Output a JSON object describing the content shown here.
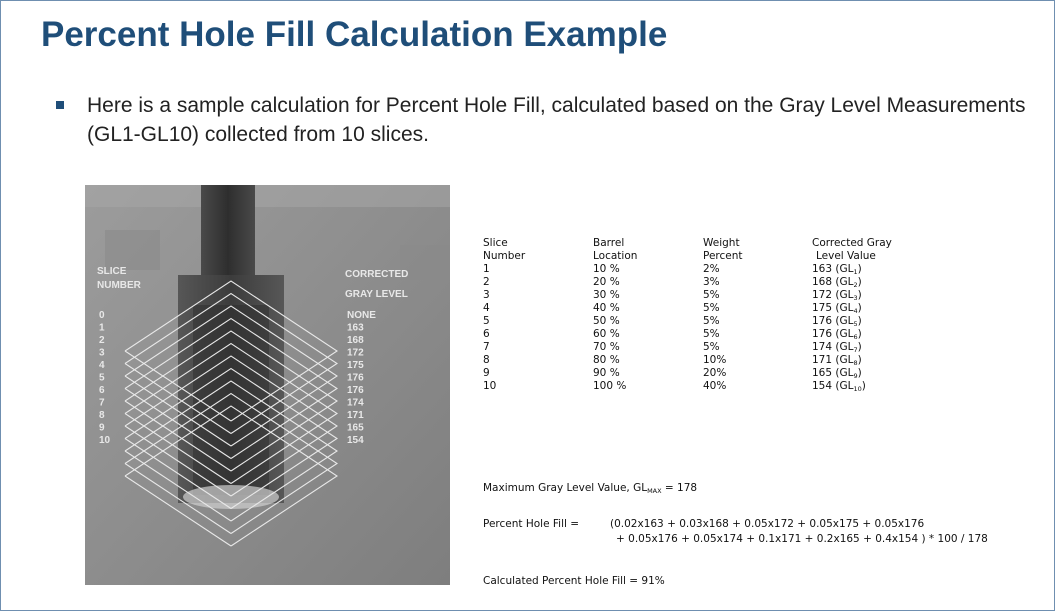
{
  "slide": {
    "title": "Percent Hole Fill Calculation Example",
    "bullet_text": "Here is a sample calculation for Percent Hole Fill, calculated based on the Gray Level Measurements (GL1-GL10) collected from 10 slices."
  },
  "image": {
    "left_label_line1": "SLICE",
    "left_label_line2": "NUMBER",
    "right_label_line1": "CORRECTED",
    "right_label_line2": "GRAY LEVEL",
    "slice_numbers": [
      "0",
      "1",
      "2",
      "3",
      "4",
      "5",
      "6",
      "7",
      "8",
      "9",
      "10"
    ],
    "gray_levels": [
      "NONE",
      "163",
      "168",
      "172",
      "175",
      "176",
      "176",
      "174",
      "171",
      "165",
      "154"
    ]
  },
  "table": {
    "headers": [
      [
        "Slice",
        "Number"
      ],
      [
        "Barrel",
        "Location"
      ],
      [
        "Weight",
        "Percent"
      ],
      [
        "Corrected Gray",
        "Level Value"
      ]
    ],
    "rows": [
      {
        "slice": "1",
        "location": "10 %",
        "weight": "2%",
        "value": "163 (GL",
        "sub": "1",
        "close": ")"
      },
      {
        "slice": "2",
        "location": "20 %",
        "weight": "3%",
        "value": "168 (GL",
        "sub": "2",
        "close": ")"
      },
      {
        "slice": "3",
        "location": "30 %",
        "weight": "5%",
        "value": "172 (GL",
        "sub": "3",
        "close": ")"
      },
      {
        "slice": "4",
        "location": "40 %",
        "weight": "5%",
        "value": "175 (GL",
        "sub": "4",
        "close": ")"
      },
      {
        "slice": "5",
        "location": "50 %",
        "weight": "5%",
        "value": "176 (GL",
        "sub": "5",
        "close": ")"
      },
      {
        "slice": "6",
        "location": "60 %",
        "weight": "5%",
        "value": "176 (GL",
        "sub": "6",
        "close": ")"
      },
      {
        "slice": "7",
        "location": "70 %",
        "weight": "5%",
        "value": "174 (GL",
        "sub": "7",
        "close": ")"
      },
      {
        "slice": "8",
        "location": "80 %",
        "weight": "10%",
        "value": "171 (GL",
        "sub": "8",
        "close": ")"
      },
      {
        "slice": "9",
        "location": "90 %",
        "weight": "20%",
        "value": "165 (GL",
        "sub": "9",
        "close": ")"
      },
      {
        "slice": "10",
        "location": "100 %",
        "weight": "40%",
        "value": "154 (GL",
        "sub": "10",
        "close": ")"
      }
    ]
  },
  "max_gl": {
    "prefix": "Maximum Gray Level Value, GL",
    "sub": "MAX",
    "suffix": " =  178"
  },
  "formula": {
    "label": "Percent Hole Fill  =",
    "line1": "(0.02x163 + 0.03x168 + 0.05x172 + 0.05x175 + 0.05x176",
    "line2": "+ 0.05x176 + 0.05x174 + 0.1x171 + 0.2x165 + 0.4x154 ) * 100 / 178"
  },
  "result": "Calculated Percent Hole Fill  =  91%",
  "colors": {
    "title": "#1f4e79",
    "bullet": "#1f4e79"
  }
}
